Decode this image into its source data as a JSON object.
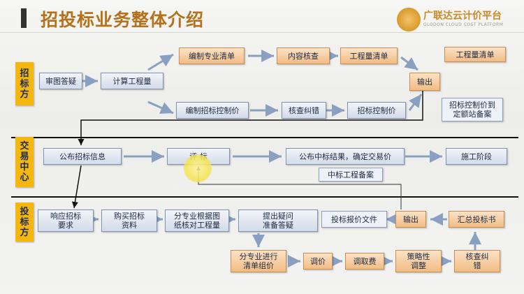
{
  "title": "招投标业务整体介绍",
  "logo": {
    "name_cn": "广联达云计价平台",
    "name_en": "GLODON CLOUD COST PLATFORM"
  },
  "lanes": {
    "tender": "招\n标\n方",
    "exchange": "交\n易\n中\n心",
    "bidder": "投\n标\n方"
  },
  "tender_nodes": {
    "qa": "审图答疑",
    "calc": "计算工程量",
    "bill": "编制专业清单",
    "review": "内容核查",
    "boq": "工程量清单",
    "boq_note": "工程量清单",
    "ctrl": "编制招标控制价",
    "check": "核查纠错",
    "ctrl_price": "招标控制价",
    "output": "输出",
    "ctrl_note": "招标控制价到\n定额站备案"
  },
  "exchange_nodes": {
    "publish": "公布招标信息",
    "evaluate": "评      标",
    "result": "公布中标结果，确定交易价",
    "construction": "施工阶段",
    "record": "中标工程备案"
  },
  "bidder_nodes": {
    "respond": "响应招标\n要求",
    "buy": "购买招标\n资料",
    "verify": "分专业根据图\n纸核对工程量",
    "question": "提出疑问\n准备答疑",
    "file": "投标报价文件",
    "output": "输出",
    "summary": "汇总投标书",
    "pricing": "分专业进行\n清单组价",
    "adjust": "调价",
    "fee": "调取费",
    "strategy": "策略性\n调整",
    "check": "核查纠\n错"
  },
  "colors": {
    "accent": "#f5b60d",
    "title": "#b5711a",
    "arrow_orange": "#e59a3c",
    "arrow_blue": "#7f93b2"
  }
}
